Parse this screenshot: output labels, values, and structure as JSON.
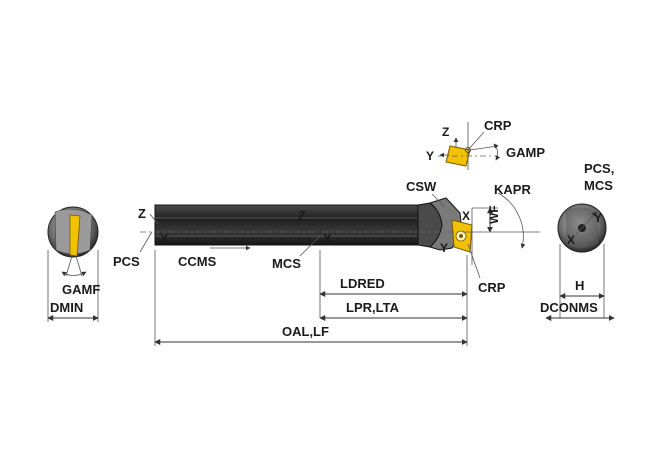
{
  "labels": {
    "gamf": "GAMF",
    "dmin": "DMIN",
    "pcs_left": "PCS",
    "ccms": "CCMS",
    "mcs_mid": "MCS",
    "z_left": "Z",
    "x_left": "X",
    "z_mid": "Z",
    "x_mid": "X",
    "ldred": "LDRED",
    "lpr_lta": "LPR,LTA",
    "oal_lf": "OAL,LF",
    "crp_top": "CRP",
    "crp_bottom": "CRP",
    "gamp": "GAMP",
    "z_top": "Z",
    "y_top": "Y",
    "csw": "CSW",
    "kapr": "KAPR",
    "wf": "WF",
    "x_tip": "X",
    "y_tip": "Y",
    "pcs_mcs_line1": "PCS,",
    "pcs_mcs_line2": "MCS",
    "y_right": "Y",
    "x_right": "X",
    "h": "H",
    "dconms": "DCONMS"
  },
  "colors": {
    "shank_dark": "#2e2e2e",
    "shank_mid": "#5a5a5a",
    "shank_light": "#8a8a8a",
    "insert_yellow": "#f2c200",
    "line": "#333333"
  }
}
